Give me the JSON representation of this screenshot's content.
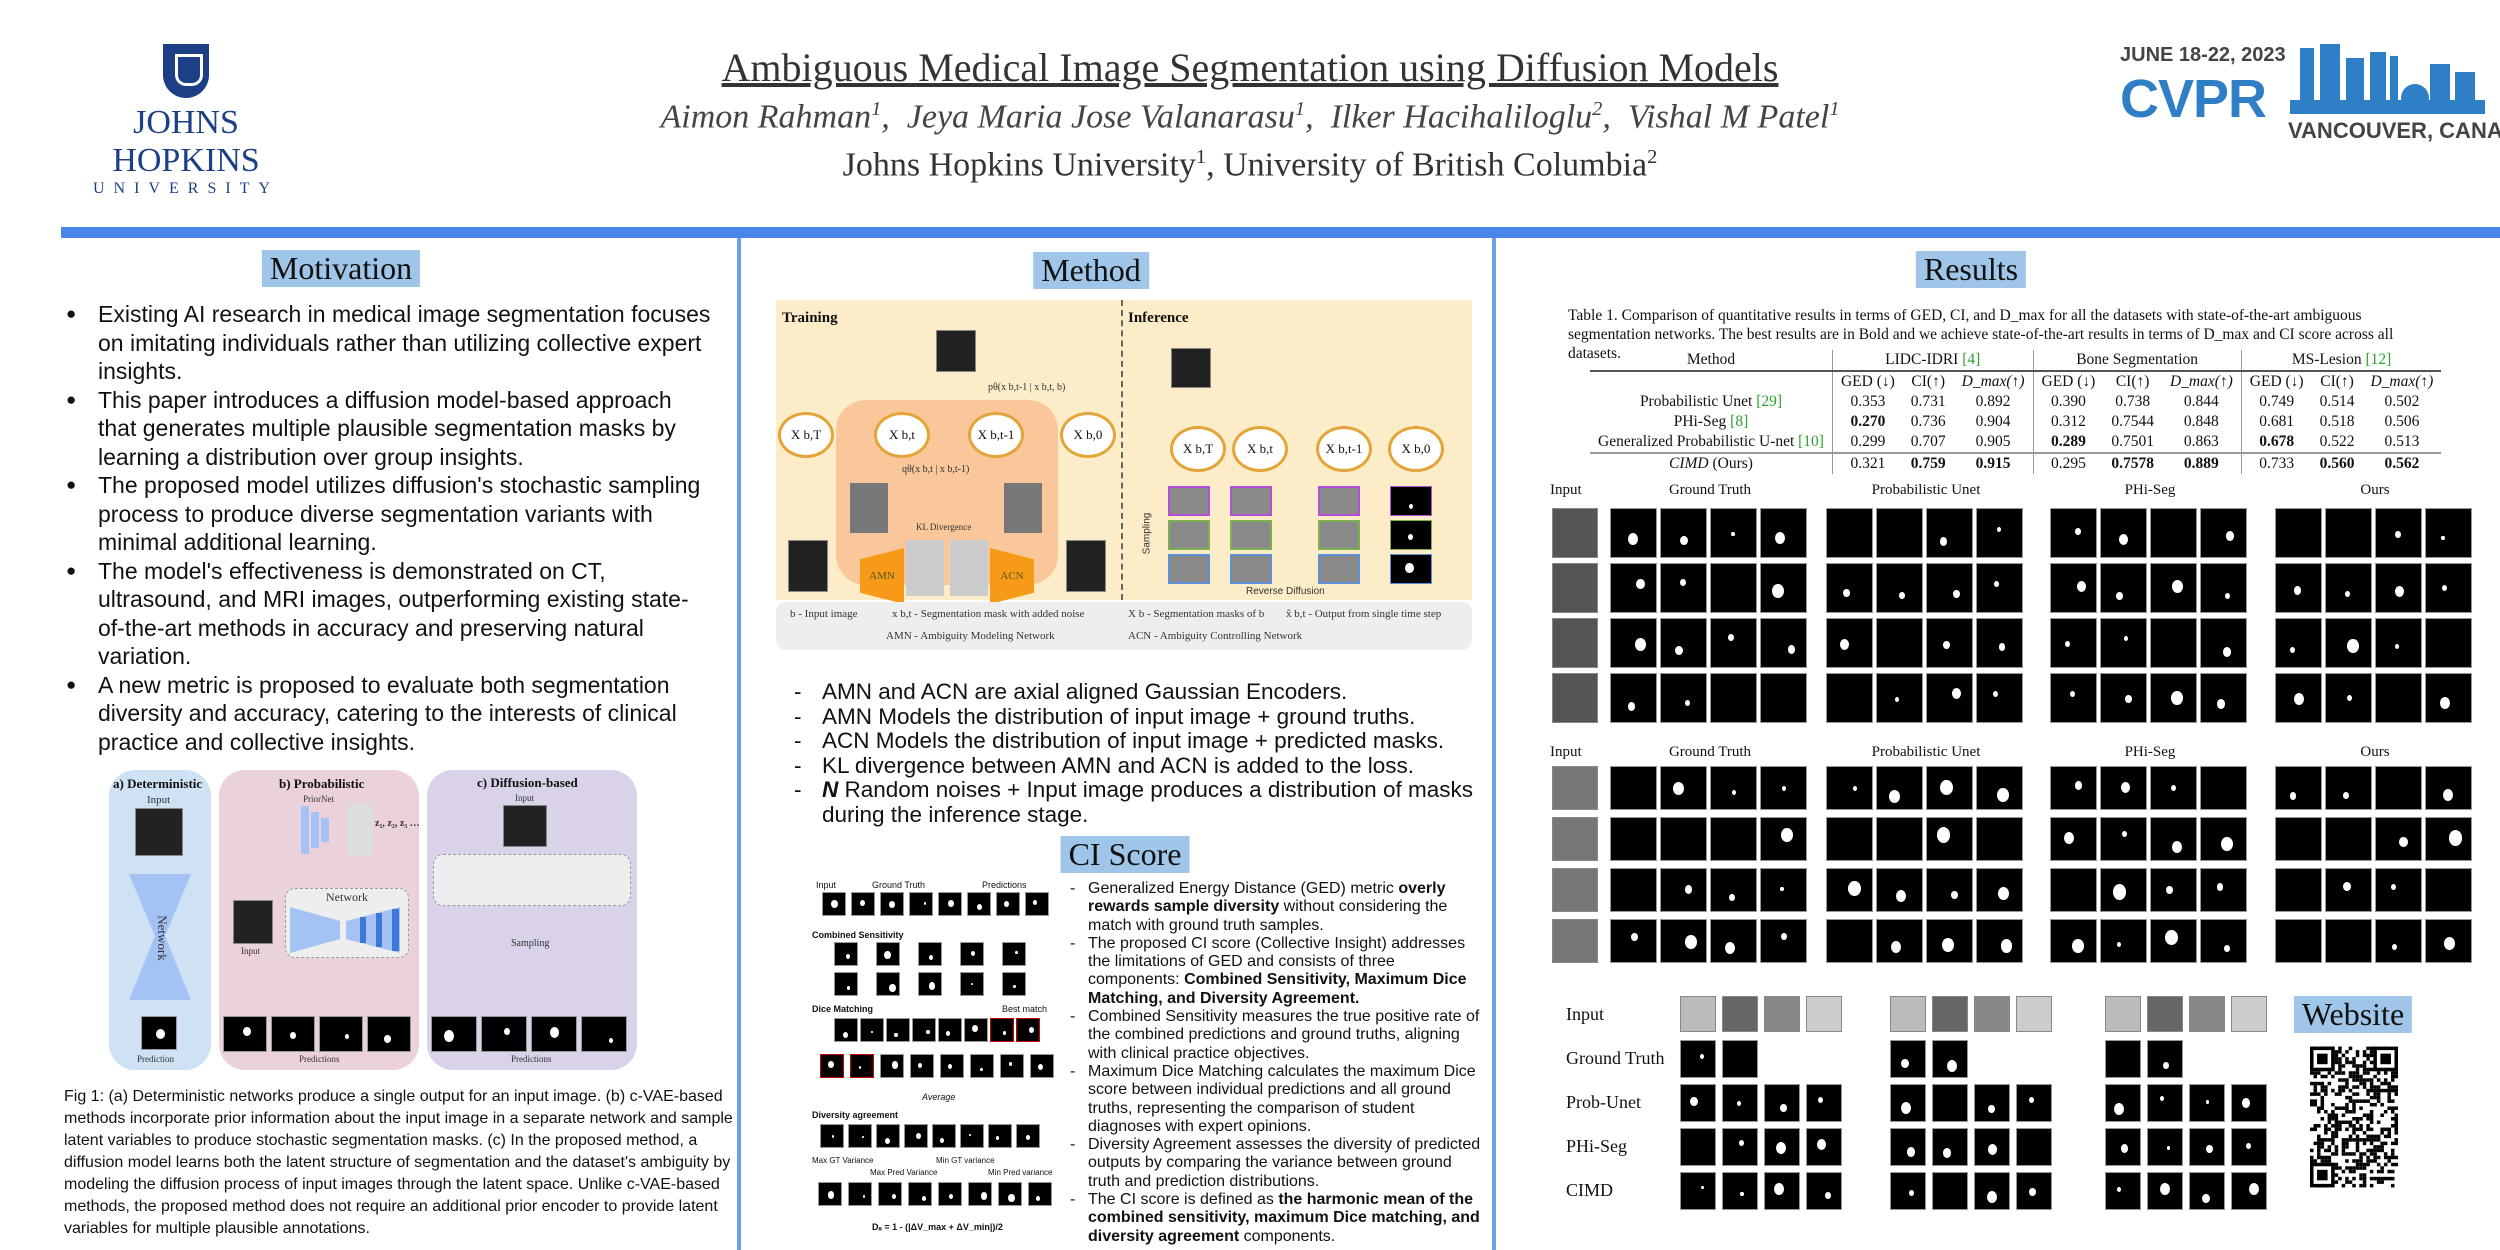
{
  "header": {
    "title": "Ambiguous Medical Image Segmentation using Diffusion Models",
    "authors": [
      {
        "name": "Aimon Rahman",
        "aff": "1"
      },
      {
        "name": "Jeya Maria Jose Valanarasu",
        "aff": "1"
      },
      {
        "name": "Ilker Hacihaliloglu",
        "aff": "2"
      },
      {
        "name": "Vishal M Patel",
        "aff": "1"
      }
    ],
    "affiliations": [
      {
        "name": "Johns Hopkins University",
        "num": "1"
      },
      {
        "name": "University of British Columbia",
        "num": "2"
      }
    ],
    "jhu_logo": {
      "line1": "JOHNS HOPKINS",
      "line2": "UNIVERSITY"
    },
    "cvpr_logo": {
      "date": "JUNE 18-22, 2023",
      "name": "CVPR",
      "location": "VANCOUVER, CANADA"
    }
  },
  "motivation": {
    "heading": "Motivation",
    "bullets": [
      "Existing AI research in medical image segmentation focuses on imitating individuals rather than utilizing collective expert insights.",
      "This paper introduces a diffusion model-based approach that generates multiple plausible segmentation masks by learning a distribution over group insights.",
      "The proposed model utilizes diffusion's stochastic sampling process to produce diverse segmentation variants with minimal additional learning.",
      "The model's effectiveness is demonstrated on CT, ultrasound, and MRI images, outperforming existing state-of-the-art methods in accuracy and preserving natural variation.",
      "A new metric is proposed to evaluate both segmentation diversity and accuracy, catering to the interests of clinical practice and collective insights."
    ],
    "figure": {
      "panel_a": "a)  Deterministic",
      "panel_b": "b)  Probabilistic",
      "panel_c": "c)  Diffusion-based",
      "input": "Input",
      "network": "Network",
      "priornet": "PriorNet",
      "latents": "z₁, z₂, z₃ …",
      "sampling": "Sampling",
      "prediction": "Prediction",
      "predictions": "Predictions"
    },
    "caption": "Fig 1: (a) Deterministic networks produce a single output for an input image. (b) c-VAE-based methods incorporate prior information about the input image in a separate network and sample latent variables to produce stochastic segmentation masks. (c) In the proposed method, a diffusion model learns both the latent structure of segmentation and the dataset's ambiguity by modeling the diffusion process of input images through the latent space. Unlike c-VAE-based methods, the proposed method does not require an additional prior encoder to provide latent variables for multiple plausible annotations."
  },
  "method": {
    "heading": "Method",
    "diagram": {
      "training": "Training",
      "inference": "Inference",
      "kl": "KL Divergence",
      "amn": "AMN",
      "acn": "ACN",
      "b": "b",
      "sampling": "Sampling",
      "reverse": "Reverse Diffusion",
      "nodes": [
        "X b,T",
        "X b,t",
        "X b,t-1",
        "X b,0"
      ],
      "p_label": "pθ(x b,t-1 | x b,t, b)",
      "q_label": "qθ(x b,t | x b,t-1)",
      "legend": [
        "b  - Input image",
        "x b,t - Segmentation mask with added noise",
        "X b - Segmentation masks of b",
        "x̂ b,t - Output from single time step",
        "AMN - Ambiguity Modeling Network",
        "ACN - Ambiguity Controlling  Network"
      ]
    },
    "bullets": [
      {
        "pre": "",
        "text": "AMN and ACN are axial aligned Gaussian Encoders."
      },
      {
        "pre": "",
        "text": "AMN Models the distribution of input image + ground truths."
      },
      {
        "pre": "",
        "text": "ACN Models the distribution of input image + predicted masks."
      },
      {
        "pre": "",
        "text": "KL divergence between AMN and ACN is added to the loss."
      },
      {
        "pre": "N",
        "text": " Random noises + Input image produces a distribution of masks during the inference stage."
      }
    ]
  },
  "ci_score": {
    "heading": "CI Score",
    "figure": {
      "input": "Input",
      "gt": "Ground Truth",
      "pred": "Predictions",
      "a": "Combined Sensitivity",
      "b": "Dice Matching",
      "c": "Diversity agreement",
      "best": "Best match",
      "avg": "Average",
      "maxgt": "Max GT Variance",
      "maxpred": "Max Pred Variance",
      "mingt": "Min GT variance",
      "minpred": "Min Pred variance",
      "formula": "Dₐ = 1 - (|ΔV_max + ΔV_min|)/2"
    },
    "bullets": [
      [
        {
          "t": "Generalized Energy Distance (GED) metric "
        },
        {
          "t": "overly rewards sample diversity",
          "b": true
        },
        {
          "t": " without considering the match with ground truth samples."
        }
      ],
      [
        {
          "t": "The proposed CI score (Collective Insight) addresses the limitations of GED and consists of three components: "
        },
        {
          "t": "Combined Sensitivity, Maximum Dice Matching, and Diversity Agreement.",
          "b": true
        }
      ],
      [
        {
          "t": "Combined Sensitivity measures the true positive rate of the combined predictions and ground truths, aligning with clinical practice objectives."
        }
      ],
      [
        {
          "t": "Maximum Dice Matching calculates the maximum Dice score between individual predictions and all ground truths, representing the comparison of student diagnoses with expert opinions."
        }
      ],
      [
        {
          "t": "Diversity Agreement assesses the diversity of predicted outputs by comparing the variance between ground truth and prediction distributions."
        }
      ],
      [
        {
          "t": "The CI score is defined as "
        },
        {
          "t": "the harmonic mean of the combined sensitivity, maximum Dice matching, and diversity agreement",
          "b": true
        },
        {
          "t": " components."
        }
      ]
    ]
  },
  "results": {
    "heading": "Results",
    "table": {
      "caption": "Table 1. Comparison of quantitative results in terms of GED, CI, and D_max for all the datasets with state-of-the-art ambiguous segmentation networks. The best results are in Bold and we achieve state-of-the-art results in terms of D_max and CI score across all datasets.",
      "method_header": "Method",
      "groups": [
        {
          "name": "LIDC-IDRI",
          "ref": "[4]"
        },
        {
          "name": "Bone Segmentation",
          "ref": ""
        },
        {
          "name": "MS-Lesion",
          "ref": "[12]"
        }
      ],
      "subheaders": [
        "GED (↓)",
        "CI(↑)",
        "D_max(↑)"
      ],
      "rows": [
        {
          "method": "Probabilistic Unet",
          "ref": "[29]",
          "values": [
            "0.353",
            "0.731",
            "0.892",
            "0.390",
            "0.738",
            "0.844",
            "0.749",
            "0.514",
            "0.502"
          ],
          "bold": []
        },
        {
          "method": "PHi-Seg",
          "ref": "[8]",
          "values": [
            "0.270",
            "0.736",
            "0.904",
            "0.312",
            "0.7544",
            "0.848",
            "0.681",
            "0.518",
            "0.506"
          ],
          "bold": [
            0
          ]
        },
        {
          "method": "Generalized Probabilistic U-net",
          "ref": "[10]",
          "values": [
            "0.299",
            "0.707",
            "0.905",
            "0.289",
            "0.7501",
            "0.863",
            "0.678",
            "0.522",
            "0.513"
          ],
          "bold": [
            3,
            6
          ]
        },
        {
          "method": "CIMD",
          "ref": "(Ours)",
          "italic": true,
          "values": [
            "0.321",
            "0.759",
            "0.915",
            "0.295",
            "0.7578",
            "0.889",
            "0.733",
            "0.560",
            "0.562"
          ],
          "bold": [
            1,
            2,
            4,
            5,
            7,
            8
          ]
        }
      ]
    },
    "grid1_headers": [
      "Input",
      "Ground Truth",
      "Probabilistic Unet",
      "PHi-Seg",
      "Ours"
    ],
    "grid2_headers": [
      "Input",
      "Ground Truth",
      "Probabilistic Unet",
      "PHi-Seg",
      "Ours"
    ],
    "grid3_rows": [
      "Input",
      "Ground Truth",
      "Prob-Unet",
      "PHi-Seg",
      "CIMD"
    ],
    "website_heading": "Website"
  },
  "colors": {
    "accent": "#4a86e8",
    "heading_bg": "#9fc5e8",
    "cvpr": "#2f7fc6",
    "jhu": "#1d3f86"
  }
}
